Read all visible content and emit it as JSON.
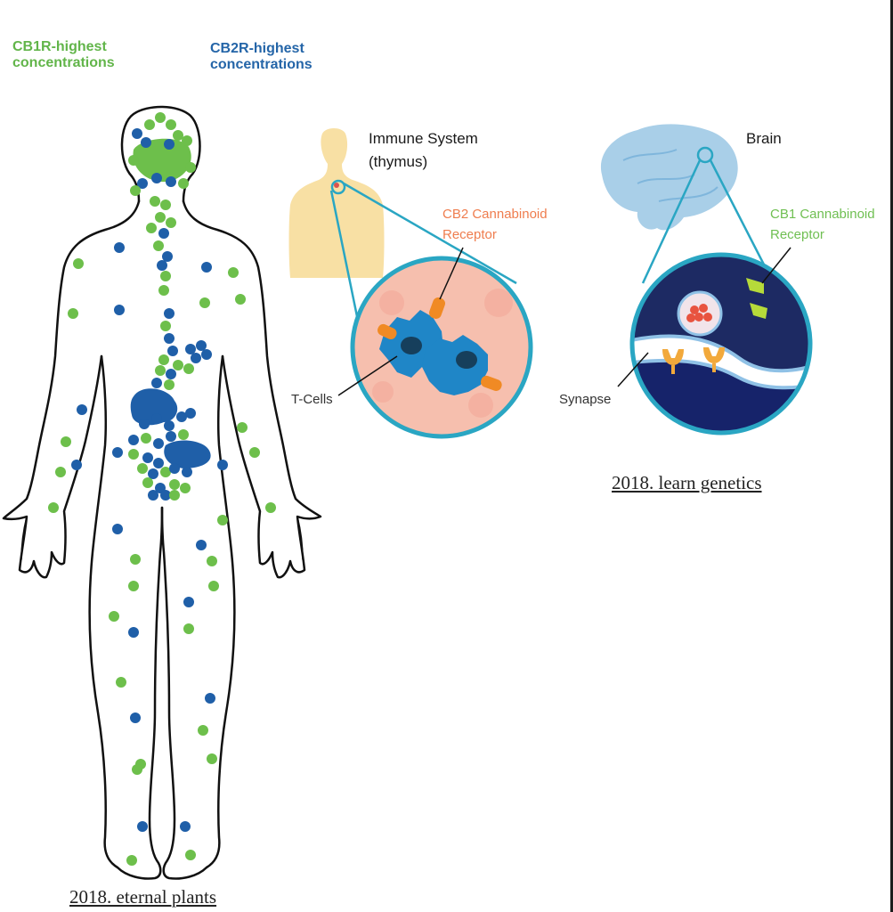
{
  "legend": {
    "cb1": "CB1R-highest concentrations",
    "cb2": "CB2R-highest concentrations"
  },
  "captions": {
    "left": "2018. eternal plants",
    "right": "2018. learn genetics"
  },
  "immune": {
    "title_line1": "Immune System",
    "title_line2": "(thymus)",
    "receptor_line1": "CB2 Cannabinoid",
    "receptor_line2": "Receptor",
    "cells_label": "T-Cells"
  },
  "brain": {
    "title": "Brain",
    "receptor_line1": "CB1 Cannabinoid",
    "receptor_line2": "Receptor",
    "synapse_label": "Synapse"
  },
  "colors": {
    "cb1_green": "#6dbf4b",
    "cb2_blue": "#1f5fa8",
    "body_outline": "#111111",
    "circle_stroke": "#2aa6c3"
  }
}
